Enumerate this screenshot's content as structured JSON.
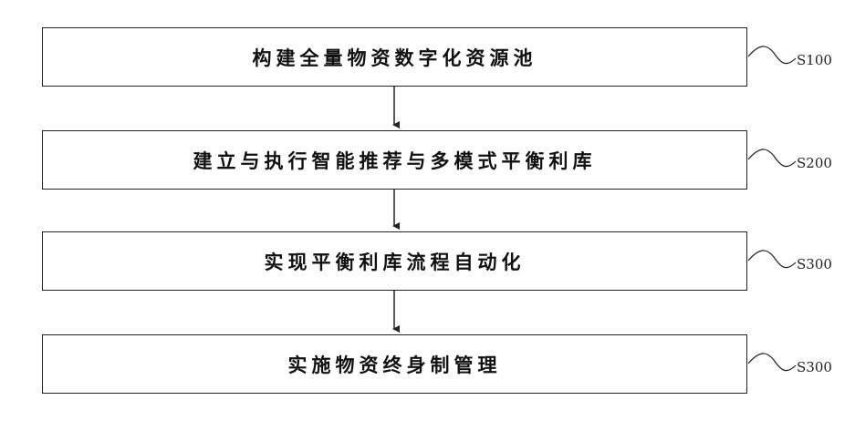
{
  "flowchart": {
    "steps": [
      {
        "text": "构建全量物资数字化资源池",
        "label": "S100"
      },
      {
        "text": "建立与执行智能推荐与多模式平衡利库",
        "label": "S200"
      },
      {
        "text": "实现平衡利库流程自动化",
        "label": "S300"
      },
      {
        "text": "实施物资终身制管理",
        "label": "S300"
      }
    ]
  }
}
